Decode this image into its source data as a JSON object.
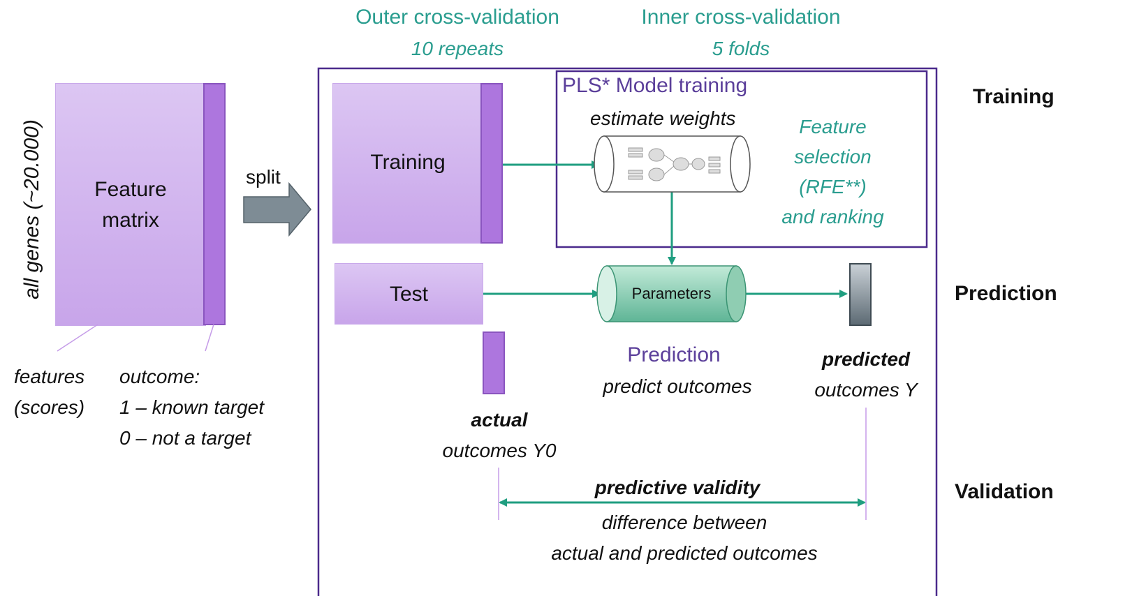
{
  "header": {
    "outer_cv_title": "Outer cross-validation",
    "outer_cv_sub": "10 repeats",
    "inner_cv_title": "Inner cross-validation",
    "inner_cv_sub": "5  folds"
  },
  "left": {
    "axis_label": "all genes (~20.000)",
    "feature_matrix_line1": "Feature",
    "feature_matrix_line2": "matrix",
    "features_line1": "features",
    "features_line2": "(scores)",
    "outcome_line1": "outcome:",
    "outcome_line2": "1 – known target",
    "outcome_line3": "0 – not a target",
    "split_label": "split"
  },
  "main": {
    "training_label": "Training",
    "test_label": "Test",
    "model_title": "PLS* Model training",
    "estimate_weights": "estimate weights",
    "feature_sel_1": "Feature",
    "feature_sel_2": "selection",
    "feature_sel_3": "(RFE**)",
    "feature_sel_4": "and ranking",
    "parameters_label": "Parameters",
    "prediction_title": "Prediction",
    "prediction_sub": "predict outcomes",
    "predicted_bold": "predicted",
    "predicted_sub": "outcomes Y",
    "actual_bold": "actual",
    "actual_sub": "outcomes Y0",
    "validity_bold": "predictive validity",
    "validity_line1": "difference between",
    "validity_line2": "actual and predicted outcomes"
  },
  "stages": {
    "training": "Training",
    "prediction": "Prediction",
    "validation": "Validation"
  },
  "colors": {
    "teal": "#2a9d8f",
    "purple_text": "#5b3f9a",
    "frame": "#4b2a8c",
    "bar": "#ad76de"
  }
}
